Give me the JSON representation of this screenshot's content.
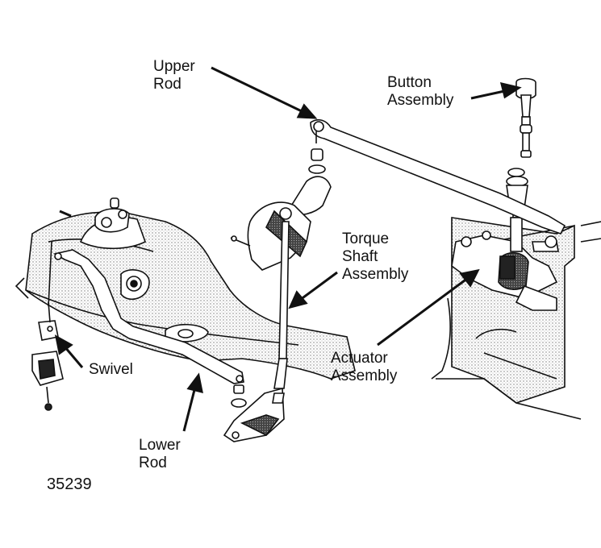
{
  "labels": {
    "upper_rod": [
      "Upper",
      "Rod"
    ],
    "button_assembly": [
      "Button",
      "Assembly"
    ],
    "torque_shaft_assembly": [
      "Torque",
      "Shaft",
      "Assembly"
    ],
    "actuator_assembly": [
      "Actuator",
      "Assembly"
    ],
    "swivel": "Swivel",
    "lower_rod": [
      "Lower",
      "Rod"
    ]
  },
  "figure_number": "35239",
  "colors": {
    "ink": "#111111",
    "background": "#ffffff",
    "shade": "#bdbdbd"
  }
}
